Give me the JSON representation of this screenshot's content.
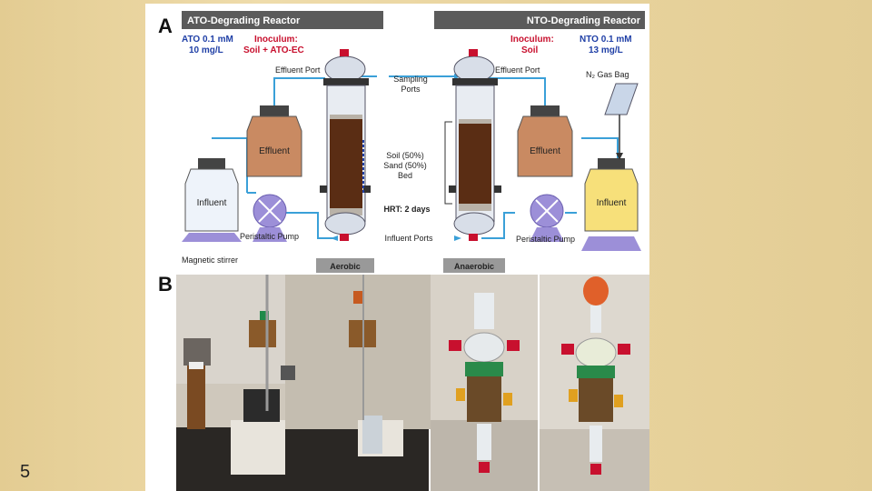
{
  "slide": {
    "number": "5"
  },
  "panel_a": {
    "letter": "A",
    "left_reactor": {
      "header": "ATO-Degrading Reactor",
      "conc_line1": "ATO 0.1 mM",
      "conc_line2": "10 mg/L",
      "inoc_line1": "Inoculum:",
      "inoc_line2": "Soil + ATO-EC",
      "effluent_port": "Effluent Port",
      "effluent": "Effluent",
      "influent": "Influent",
      "pump": "Peristaltic Pump",
      "stirrer": "Magnetic stirrer",
      "condition": "Aerobic"
    },
    "right_reactor": {
      "header": "NTO-Degrading Reactor",
      "inoc_line1": "Inoculum:",
      "inoc_line2": "Soil",
      "conc_line1": "NTO 0.1 mM",
      "conc_line2": "13 mg/L",
      "effluent_port": "Effluent Port",
      "gas_bag": "N₂ Gas Bag",
      "effluent": "Effluent",
      "influent": "Influent",
      "pump": "Peristaltic Pump",
      "condition": "Anaerobic"
    },
    "center": {
      "sampling_ports_1": "Sampling",
      "sampling_ports_2": "Ports",
      "bed_1": "Soil (50%)",
      "bed_2": "Sand (50%)",
      "bed_3": "Bed",
      "hrt": "HRT: 2 days",
      "influent_ports": "Influent Ports"
    },
    "colors": {
      "header_bar": "#5b5b5b",
      "label_blue": "#1f3fa6",
      "label_red": "#c8102e",
      "tubing": "#3aa0d8",
      "soil": "#5a2d14",
      "effluent_fill": "#c98a62",
      "influent_right": "#f7e07a",
      "pump": "#9c8fd8"
    }
  },
  "panel_b": {
    "letter": "B"
  }
}
